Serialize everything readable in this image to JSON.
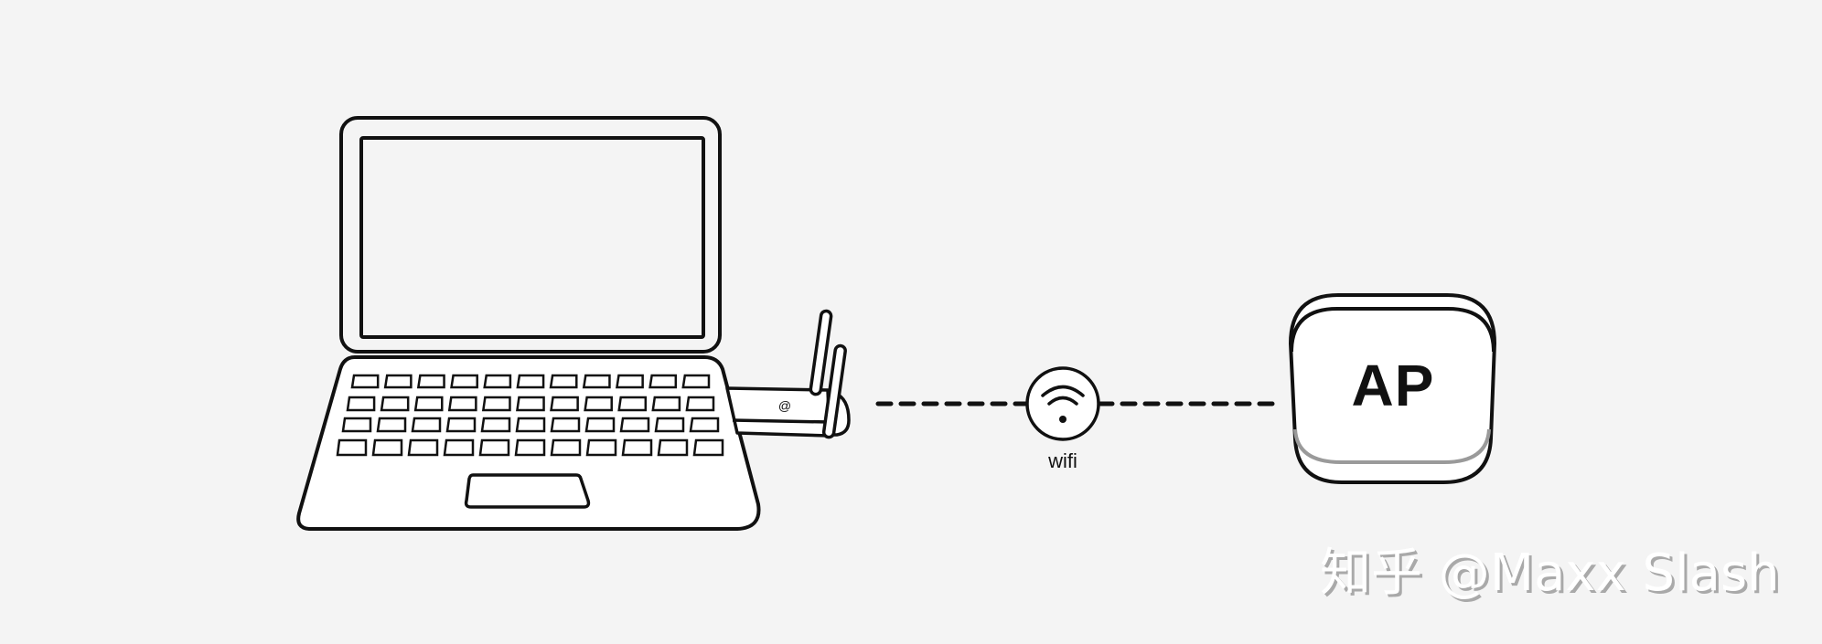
{
  "diagram": {
    "title": "",
    "background": "#f4f4f4",
    "stroke_color": "#111111",
    "nodes": [
      {
        "id": "laptop",
        "label": "",
        "type": "laptop-with-usb-wifi-adapter"
      },
      {
        "id": "wifi",
        "label": "wifi",
        "type": "wifi-link-badge"
      },
      {
        "id": "ap",
        "label": "AP",
        "type": "access-point"
      }
    ],
    "edges": [
      {
        "from": "laptop",
        "to": "wifi",
        "style": "dashed"
      },
      {
        "from": "wifi",
        "to": "ap",
        "style": "dashed"
      }
    ]
  },
  "labels": {
    "wifi": "wifi",
    "ap": "AP"
  },
  "watermark": {
    "text": "知乎 @Maxx Slash",
    "color": "#ffffff",
    "shadow_color": "#a9a9a9"
  }
}
